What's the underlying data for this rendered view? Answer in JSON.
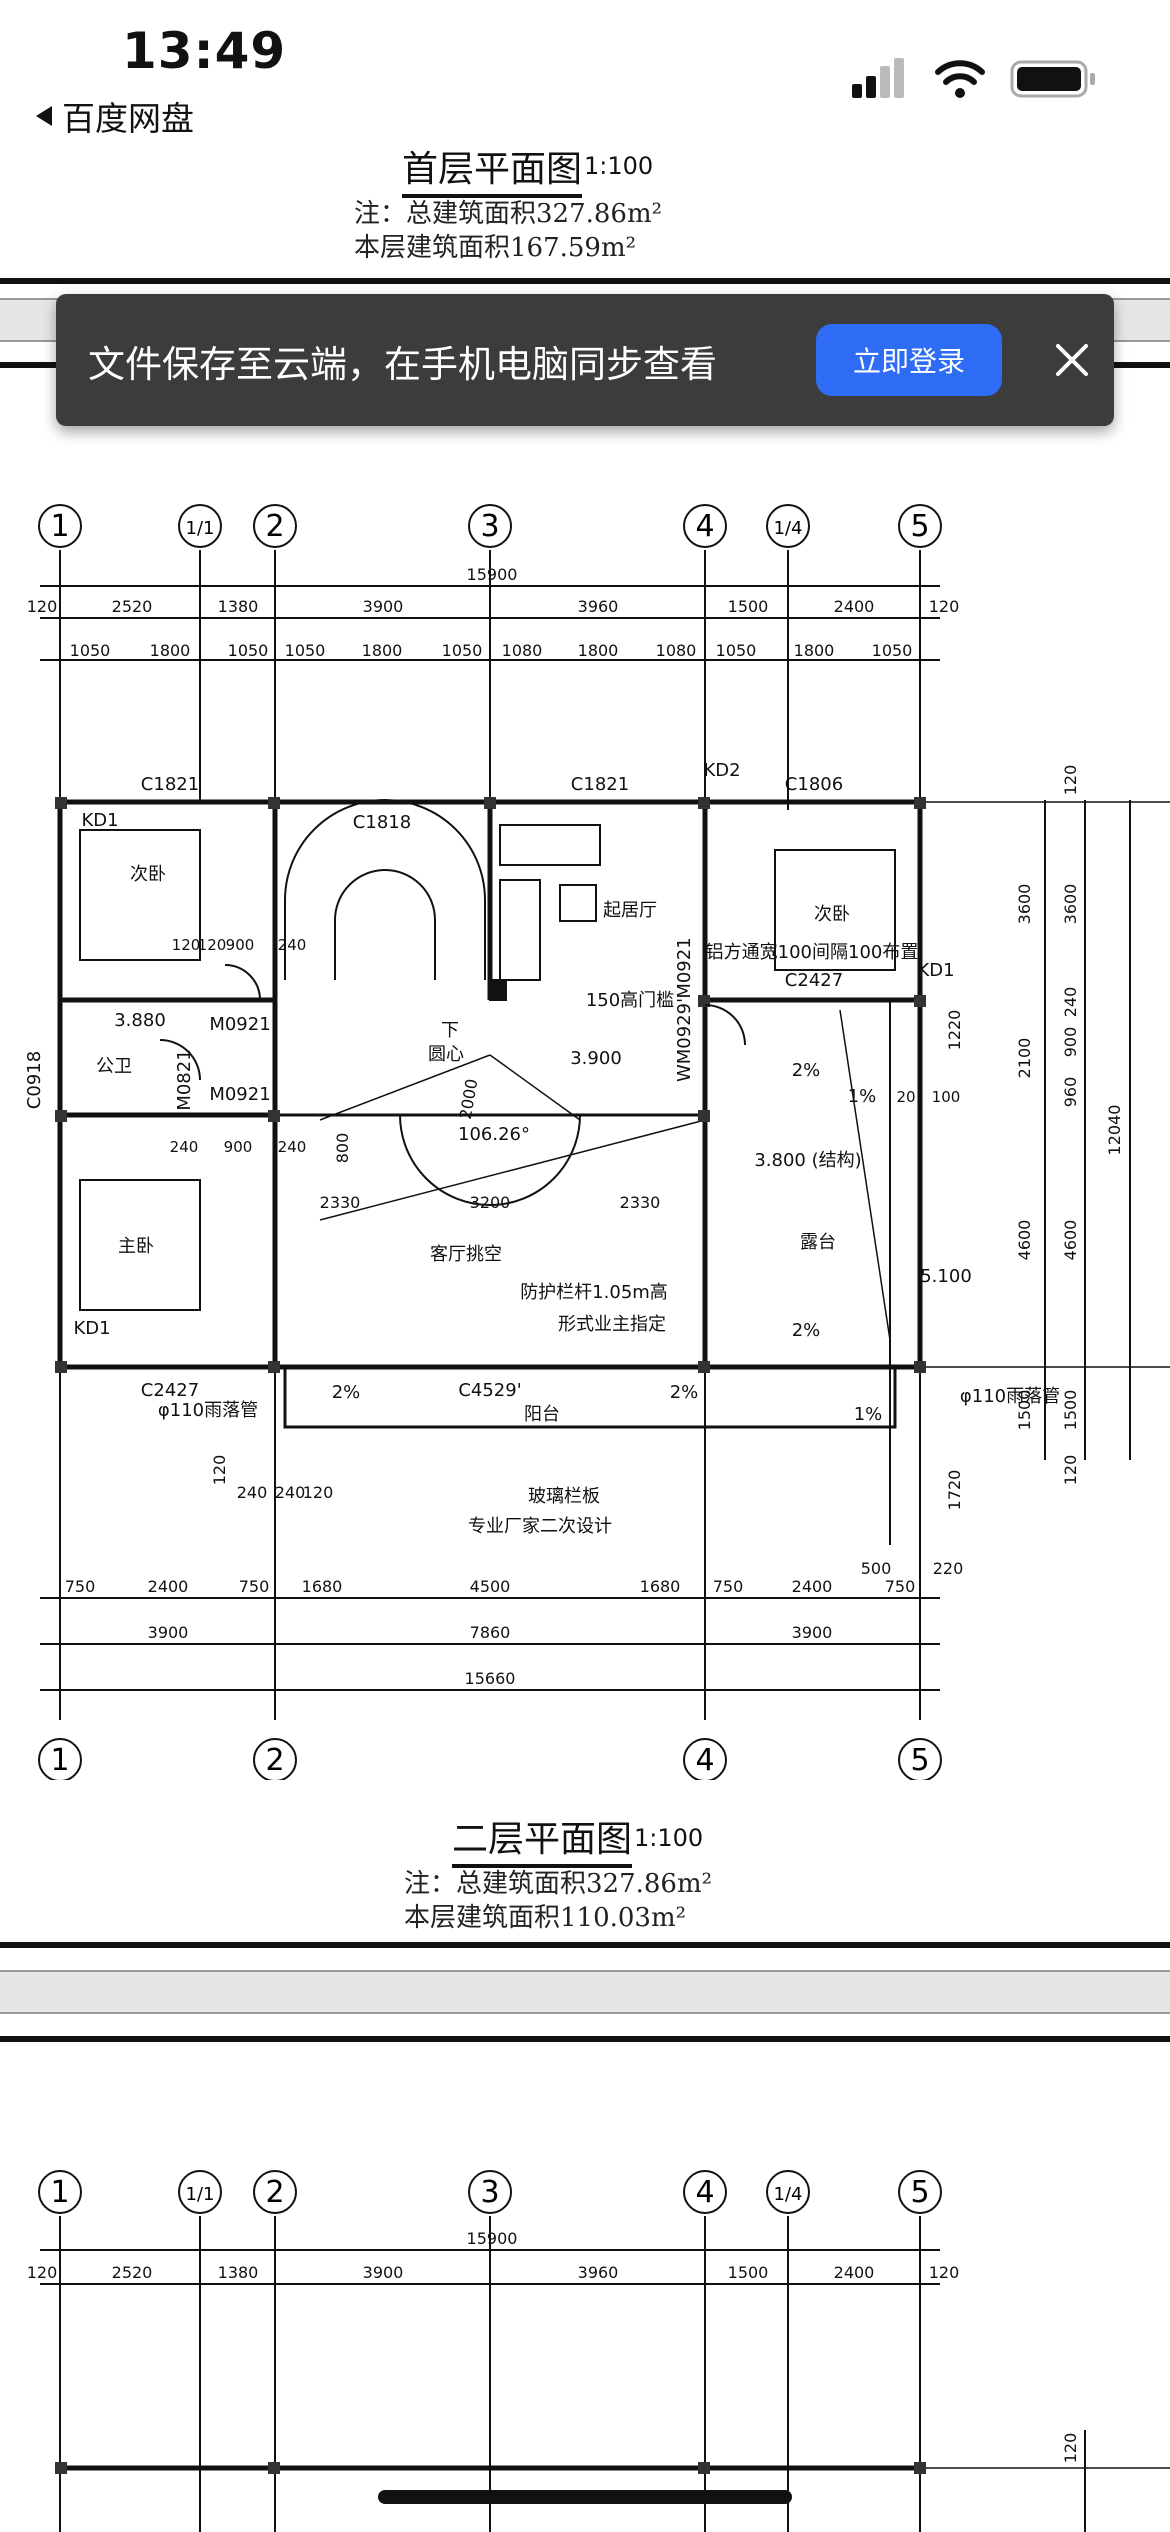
{
  "status_bar": {
    "time": "13:49",
    "back_app": "百度网盘"
  },
  "plan1": {
    "title": "首层平面图",
    "scale": "1:100",
    "note_total": "注：总建筑面积327.86m²",
    "note_floor": "本层建筑面积167.59m²"
  },
  "banner": {
    "text": "文件保存至云端，在手机电脑同步查看",
    "login": "立即登录"
  },
  "plan2": {
    "title": "二层平面图",
    "scale": "1:100",
    "note_total": "注：总建筑面积327.86m²",
    "note_floor": "本层建筑面积110.03m²"
  },
  "axes_top": [
    "1",
    "1/1",
    "2",
    "3",
    "4",
    "1/4",
    "5"
  ],
  "axes_bottom": [
    "1",
    "2",
    "4",
    "5"
  ],
  "dims": {
    "overall": "15900",
    "row1": [
      "120",
      "2520",
      "1380",
      "3900",
      "3960",
      "1500",
      "2400",
      "120"
    ],
    "row2": [
      "1050",
      "1800",
      "1050",
      "1050",
      "1800",
      "1050",
      "1080",
      "1800",
      "1080",
      "1050",
      "1800",
      "1050"
    ],
    "bottom_row1": [
      "750",
      "2400",
      "750",
      "1680",
      "4500",
      "1680",
      "750",
      "2400",
      "750"
    ],
    "bottom_row2": [
      "3900",
      "7860",
      "3900"
    ],
    "bottom_total": "15660",
    "right_col1": [
      "3600",
      "2100",
      "4600",
      "1500"
    ],
    "right_col2": [
      "120",
      "3600",
      "240",
      "900",
      "960",
      "4600",
      "1500",
      "120"
    ],
    "right_total": "12040",
    "misc": [
      "500",
      "220",
      "1720",
      "1220",
      "240",
      "240",
      "120",
      "120",
      "2000",
      "800",
      "2330",
      "3200",
      "2330"
    ]
  },
  "labels": {
    "windows": [
      "C1821",
      "C1821",
      "C1806",
      "C1818",
      "C2427",
      "C2427",
      "C4529'",
      "C0918"
    ],
    "doors": [
      "M0921",
      "M0921",
      "M0821",
      "M0921",
      "WM0929'"
    ],
    "kd": [
      "KD1",
      "KD2",
      "KD1",
      "KD1"
    ],
    "rooms": [
      "次卧",
      "起居厅",
      "次卧",
      "公卫",
      "主卧",
      "客厅挑空",
      "露台",
      "阳台"
    ],
    "notes": [
      "150高门槛",
      "铝方通宽100间隔100布置",
      "防护栏杆1.05m高",
      "形式业主指定",
      "玻璃栏板",
      "专业厂家二次设计",
      "φ110雨落管",
      "φ110雨落管",
      "圆心",
      "下"
    ],
    "levels": [
      "3.880",
      "3.900",
      "3.800 (结构)",
      "5.100"
    ],
    "angle": "106.26°",
    "slopes": [
      "2%",
      "2%",
      "2%",
      "2%",
      "1%",
      "1%"
    ],
    "small": [
      "120",
      "120",
      "900",
      "240",
      "240",
      "900",
      "240",
      "20",
      "100"
    ]
  },
  "icons": [
    "back-triangle-icon",
    "cellular-signal-icon",
    "wifi-icon",
    "battery-icon",
    "close-icon"
  ],
  "colors": {
    "banner_bg": "#3c3c3c",
    "login_button": "#2f6cf6",
    "paper": "#ffffff",
    "line": "#111111"
  }
}
